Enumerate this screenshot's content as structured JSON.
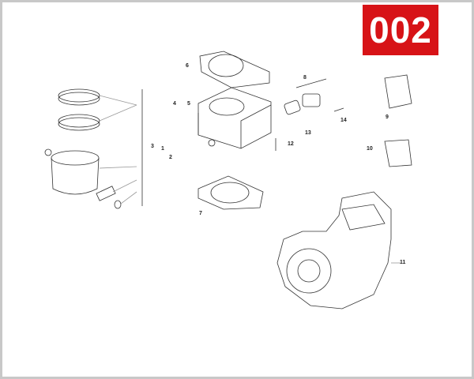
{
  "diagram_code": "002",
  "part_labels": [
    "1",
    "2",
    "3",
    "4",
    "5",
    "6",
    "7",
    "8",
    "9",
    "10",
    "11",
    "12",
    "13",
    "14"
  ],
  "colors": {
    "badge": "#d71317",
    "frame": "#c8c8c8",
    "line": "#333333"
  }
}
